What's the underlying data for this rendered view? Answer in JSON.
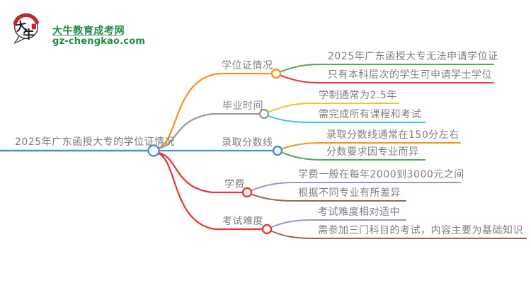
{
  "logo": {
    "icon_text": "大牛",
    "title": "大牛教育成考网",
    "subtitle": "gz-chengkao.com",
    "brand_color": "#1e8e44",
    "seal_color": "#c1272d"
  },
  "mindmap": {
    "text_color": "#7f7f7f",
    "root": {
      "label": "2025年广东函授大专的学位证情况",
      "color": "#4a90d2"
    },
    "branches": [
      {
        "label": "学位证情况",
        "color": "#f7941e",
        "children": [
          {
            "text": "2025年广东函授大专无法申请学位证",
            "color": "#4caf50"
          },
          {
            "text": "只有本科层次的学生可申请学士学位",
            "color": "#e8383d"
          }
        ]
      },
      {
        "label": "毕业时间",
        "color": "#9b9b9b",
        "children": [
          {
            "text": "学制通常为2.5年",
            "color": "#d3ce3d"
          },
          {
            "text": "需完成所有课程和考试",
            "color": "#3bc6d8"
          }
        ]
      },
      {
        "label": "录取分数线",
        "color": "#4a90d2",
        "children": [
          {
            "text": "录取分数线通常在150分左右",
            "color": "#f7941e"
          },
          {
            "text": "分数要求因专业而异",
            "color": "#4caf50"
          }
        ]
      },
      {
        "label": "学费",
        "color": "#e8383d",
        "children": [
          {
            "text": "学费一般在每年2000到3000元之间",
            "color": "#a58bd8"
          },
          {
            "text": "根据不同专业有所差异",
            "color": "#9d6358"
          }
        ]
      },
      {
        "label": "考试难度",
        "color": "#e8383d",
        "children": [
          {
            "text": "考试难度相对适中",
            "color": "#a58bd8"
          },
          {
            "text": "需参加三门科目的考试，内容主要为基础知识",
            "color": "#9d6358"
          }
        ]
      }
    ]
  }
}
